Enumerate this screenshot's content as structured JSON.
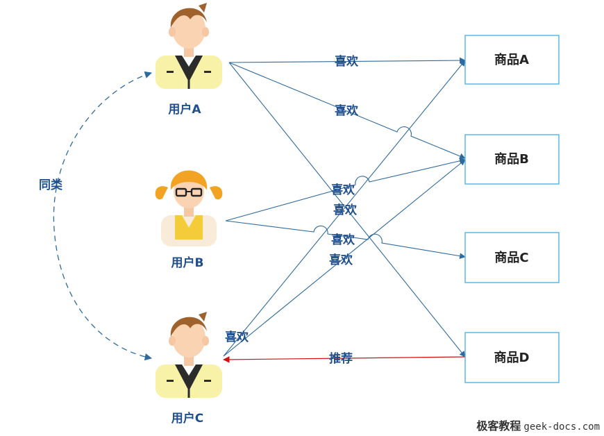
{
  "users": {
    "a": {
      "label": "用户A"
    },
    "b": {
      "label": "用户B"
    },
    "c": {
      "label": "用户C"
    }
  },
  "items": {
    "a": {
      "label": "商品A"
    },
    "b": {
      "label": "商品B"
    },
    "c": {
      "label": "商品C"
    },
    "d": {
      "label": "商品D"
    }
  },
  "relations": {
    "similar": "同类",
    "like": "喜欢",
    "recommend": "推荐"
  },
  "colors": {
    "edge": "#2e6a9e",
    "recommend": "#d01010",
    "box_border": "#4fb3e8",
    "label": "#1f4e8c"
  },
  "watermark": {
    "brand": "极客教程",
    "domain": "geek-docs.com"
  }
}
